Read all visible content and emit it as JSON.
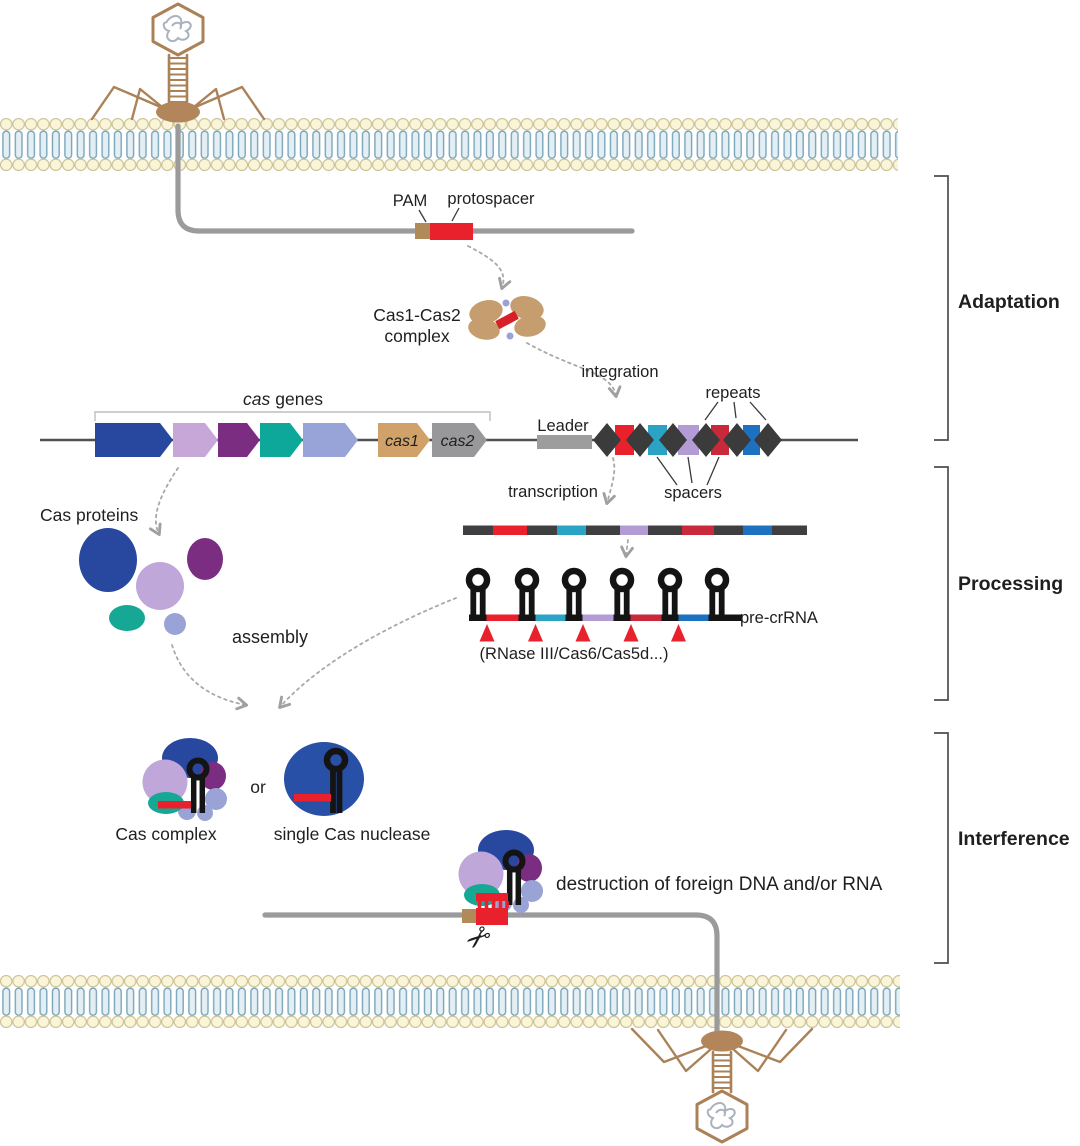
{
  "figure": {
    "sections": {
      "adaptation": "Adaptation",
      "processing": "Processing",
      "interference": "Interference"
    },
    "labels": {
      "pam": "PAM",
      "protospacer": "protospacer",
      "cas1_cas2_complex_line1": "Cas1-Cas2",
      "cas1_cas2_complex_line2": "complex",
      "integration": "integration",
      "cas_genes_word1": "cas",
      "cas_genes_word2": "genes",
      "leader": "Leader",
      "repeats": "repeats",
      "spacers": "spacers",
      "transcription": "transcription",
      "pre_crrna": "pre-crRNA",
      "cleavage_enzymes": "(RNase III/Cas6/Cas5d...)",
      "cas_proteins": "Cas proteins",
      "assembly": "assembly",
      "cas_complex": "Cas complex",
      "or": "or",
      "single_cas_nuclease": "single Cas nuclease",
      "destruction": "destruction of foreign DNA and/or RNA"
    },
    "genes": [
      {
        "label": "",
        "color": "#27489e"
      },
      {
        "label": "",
        "color": "#c7a7d8"
      },
      {
        "label": "",
        "color": "#7b2d82"
      },
      {
        "label": "",
        "color": "#0ea89b"
      },
      {
        "label": "",
        "color": "#98a3d7"
      },
      {
        "label": "cas1",
        "color": "#d0a168"
      },
      {
        "label": "cas2",
        "color": "#98989a"
      }
    ],
    "crispr_array": {
      "repeat_color": "#3b3b3b",
      "n_repeats": 6,
      "spacer_colors": [
        "#e8212c",
        "#2ba3c4",
        "#b39bd6",
        "#c9293a",
        "#1d71c0"
      ]
    },
    "rna_transcript": {
      "backbone_color": "#3f3f42"
    },
    "pre_crrna": {
      "hairpin_count": 6,
      "cleavage_sites": 5,
      "triangle_color": "#e8212c"
    },
    "colors": {
      "dna": "#9b9b9b",
      "phage": "#ab8157",
      "phage_collar": "#b2855a",
      "membrane_head": "#faf5d8",
      "membrane_head_edge": "#cdc496",
      "membrane_tail_fill": "#e3eff4",
      "membrane_tail_edge": "#7aa6ba",
      "pam": "#b08a58",
      "protospacer": "#e8212c",
      "cas1_cas2": "#c69d6e",
      "leader": "#9d9d9d",
      "hairpin": "#141414",
      "blob_blue": "#27489e",
      "blob_plum": "#bfa7da",
      "blob_purple": "#7b2d82",
      "blob_teal": "#16a795",
      "blob_periwinkle": "#99a3d6",
      "red_bar": "#e8212c",
      "arrow_gray": "#a8a8a8"
    }
  }
}
